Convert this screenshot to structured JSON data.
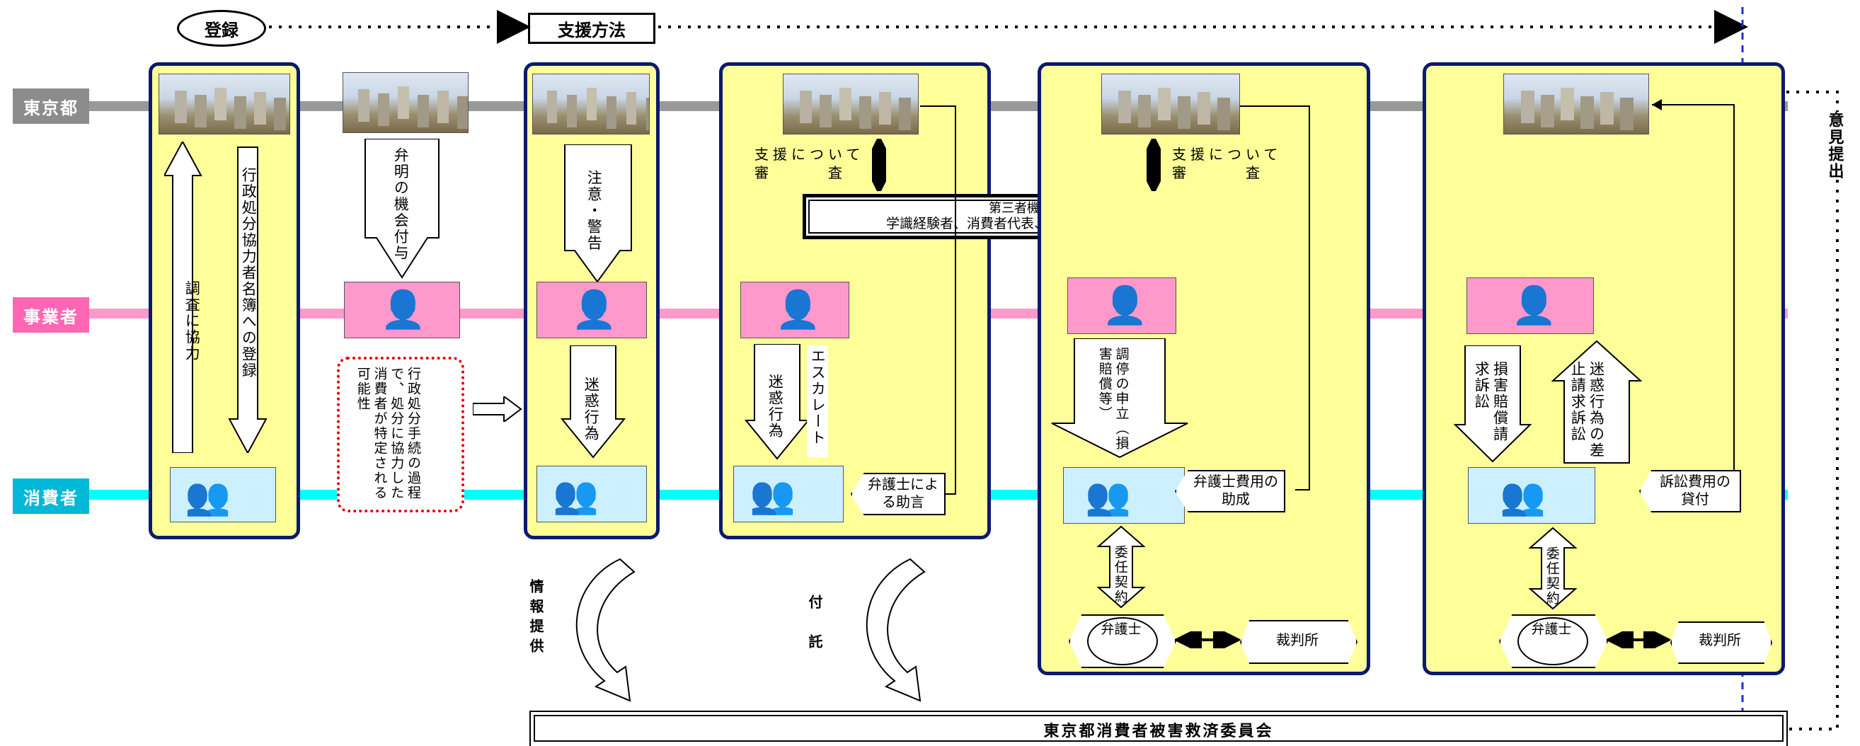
{
  "header": {
    "registration": "登録",
    "support_method": "支援方法",
    "opinion_submission": "意見提出"
  },
  "lanes": {
    "tokyo": "東京都",
    "business": "事業者",
    "consumer": "消費者"
  },
  "registration_panel": {
    "cooperate_research": "調査に協力",
    "register_cooperator": "行政処分協力者名簿への登録"
  },
  "between": {
    "hearing_opportunity": "弁明の機会付与",
    "possibility_note": "行政処分手続の過程で、処分に協力した消費者が特定される可能性"
  },
  "panel_caution": {
    "caution_warning": "注意・警告",
    "nuisance": "迷惑行為"
  },
  "panel_advice": {
    "review_line1": "支援について",
    "review_line2": "審　　　査",
    "nuisance": "迷惑行為",
    "escalate": "エスカレート",
    "lawyer_advice": "弁護士による助言",
    "third_party_title": "第三者機関",
    "third_party_desc": "学識経験者、消費者代表、事業者代表で構成"
  },
  "panel_mediation": {
    "review_line1": "支援について",
    "review_line2": "審　　　査",
    "mediation": "調停の申立（損害賠償等）",
    "lawyer_fee": "弁護士費用の助成",
    "mandate": "委任契約",
    "lawyer": "弁護士",
    "court": "裁判所"
  },
  "panel_lawsuit": {
    "damages_suit": "損害賠償請求訴訟",
    "injunction_suit": "迷惑行為の差止請求訴訟",
    "lawsuit_loan": "訴訟費用の貸付",
    "mandate": "委任契約",
    "lawyer": "弁護士",
    "court": "裁判所"
  },
  "flows": {
    "info_provision": "情報提供",
    "referral": "付託"
  },
  "committee": {
    "title": "東京都消費者被害救済委員会"
  },
  "colors": {
    "tokyo_band": "#999999",
    "business_band": "#ff99cc",
    "consumer_band": "#00ffff",
    "panel_fill": "#ffff99",
    "panel_border": "#0a1a6e",
    "dash_blue": "#1a33cc",
    "dotted_red": "#e00000"
  }
}
